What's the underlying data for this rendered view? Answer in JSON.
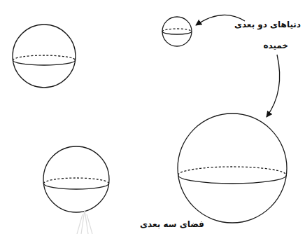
{
  "diagram": {
    "labels": [
      "دنیاهای دو بعدی",
      "خمیده",
      "فضای سه بعدی"
    ]
  }
}
